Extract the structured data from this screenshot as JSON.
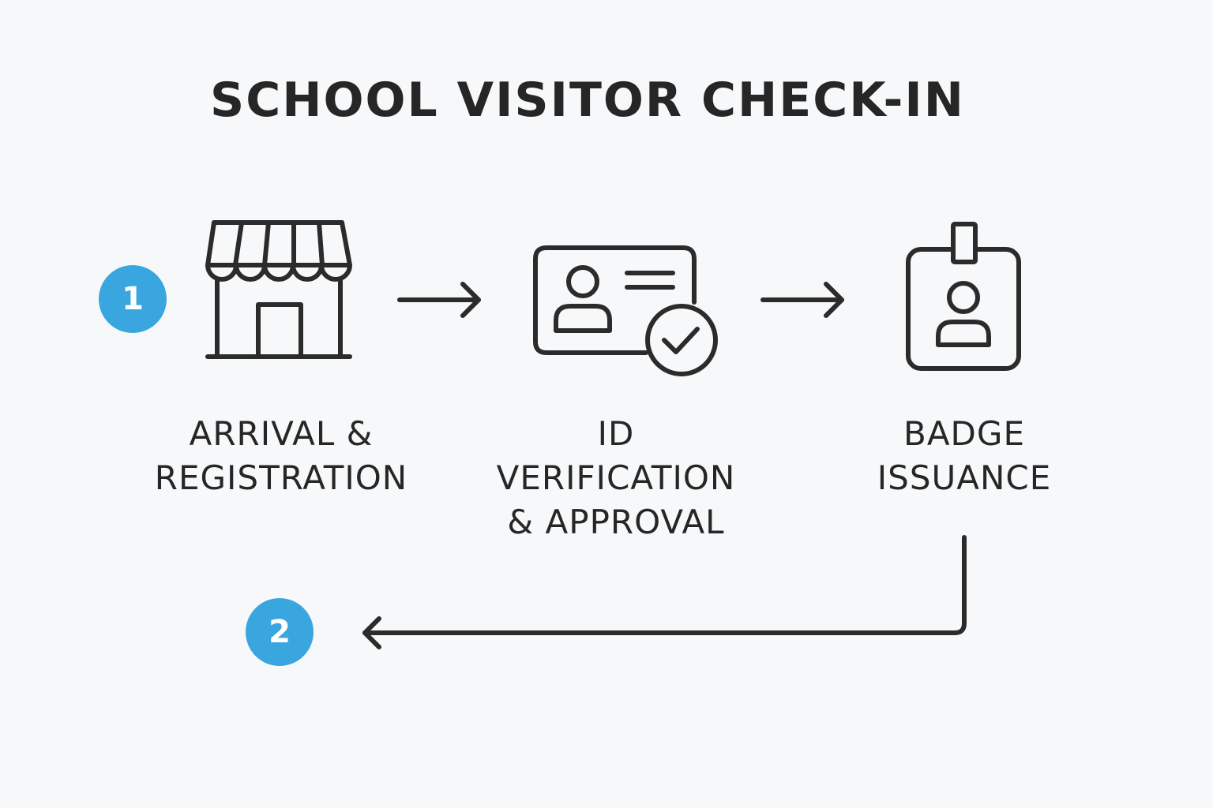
{
  "title": "SCHOOL VISITOR CHECK-IN",
  "colors": {
    "accent": "#3aa6e0",
    "stroke": "#2b2b2b",
    "background": "#f7f8f9"
  },
  "markers": [
    "1",
    "2"
  ],
  "steps": [
    {
      "icon": "storefront-icon",
      "lines": [
        "ARRIVAL &",
        "REGISTRATION"
      ]
    },
    {
      "icon": "id-card-check-icon",
      "lines": [
        "ID",
        "VERIFICATION",
        "& APPROVAL"
      ]
    },
    {
      "icon": "id-badge-icon",
      "lines": [
        "BADGE",
        "ISSUANCE"
      ]
    }
  ]
}
